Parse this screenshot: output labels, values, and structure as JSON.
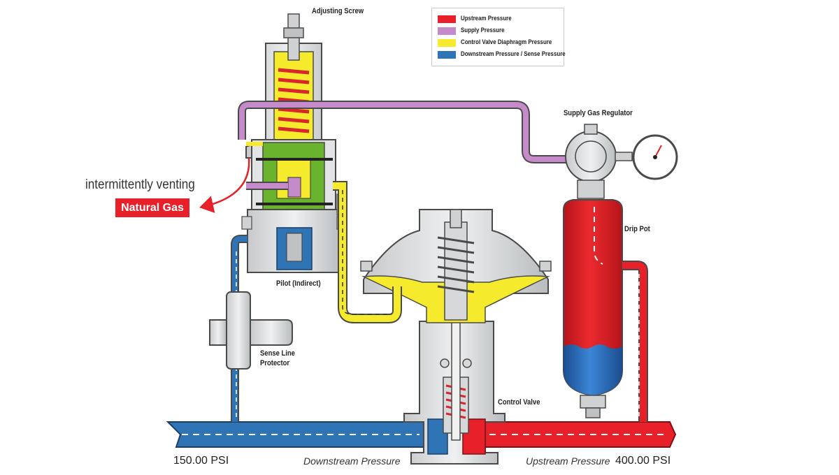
{
  "colors": {
    "upstream": "#e8202a",
    "supply": "#c58ac8",
    "diaphragm": "#f5ea2b",
    "downstream": "#2f74b5",
    "body": "#e3e5e6",
    "outline": "#4a4a4a",
    "spring": "#d8262c",
    "green": "#6ab42d"
  },
  "legend": {
    "items": [
      {
        "label": "Upstream Pressure",
        "color": "#e8202a"
      },
      {
        "label": "Supply Pressure",
        "color": "#c58ac8"
      },
      {
        "label": "Control Valve Diaphragm Pressure",
        "color": "#f5ea2b"
      },
      {
        "label": "Downstream Pressure / Sense Pressure",
        "color": "#2f74b5"
      }
    ]
  },
  "labels": {
    "adjusting_screw": "Adjusting Screw",
    "supply_gas_regulator": "Supply Gas Regulator",
    "drip_pot": "Drip Pot",
    "pilot": "Pilot (Indirect)",
    "sense_line_protector_1": "Sense Line",
    "sense_line_protector_2": "Protector",
    "control_valve": "Control Valve"
  },
  "vent": {
    "text": "intermittently venting",
    "badge": "Natural Gas"
  },
  "pipeline": {
    "downstream_psi": "150.00 PSI",
    "upstream_psi": "400.00 PSI",
    "downstream_label": "Downstream Pressure",
    "upstream_label": "Upstream Pressure"
  }
}
